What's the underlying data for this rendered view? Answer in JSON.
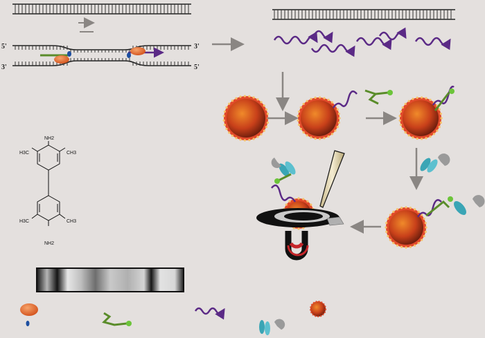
{
  "strand_labels": {
    "top_left": "5'",
    "top_right": "3'",
    "bottom_left": "3'",
    "bottom_right": "5'"
  },
  "structure_labels": {
    "amine_top": "NH2",
    "amine_bottom": "NH2",
    "methyl_top_left": "H3C",
    "methyl_top_right": "CH3",
    "methyl_bottom_left": "H3C",
    "methyl_bottom_right": "CH3"
  },
  "colors": {
    "background": "#e4e0de",
    "polymerase": "#e8641e",
    "primer_marker": "#1e4fa0",
    "probe": "#5a8c2a",
    "probe_tip": "#6cc43a",
    "amplicon": "#5b2a86",
    "bead_core": "#c63a12",
    "bead_rim": "#e24a2a",
    "antibody": "#3aa5b5",
    "enzyme": "#9a9a9a",
    "arrow": "#8a8683",
    "magnet_red": "#c5262a"
  },
  "icons": [
    "dna-duplex-icon",
    "polymerase-icon",
    "primer-icon",
    "probe-icon",
    "amplicon-icon",
    "magnetic-bead-icon",
    "antibody-icon",
    "enzyme-icon",
    "electrode-icon",
    "magnet-icon",
    "pipette-tip-icon",
    "gel-strip-icon",
    "tmb-molecule-icon"
  ]
}
